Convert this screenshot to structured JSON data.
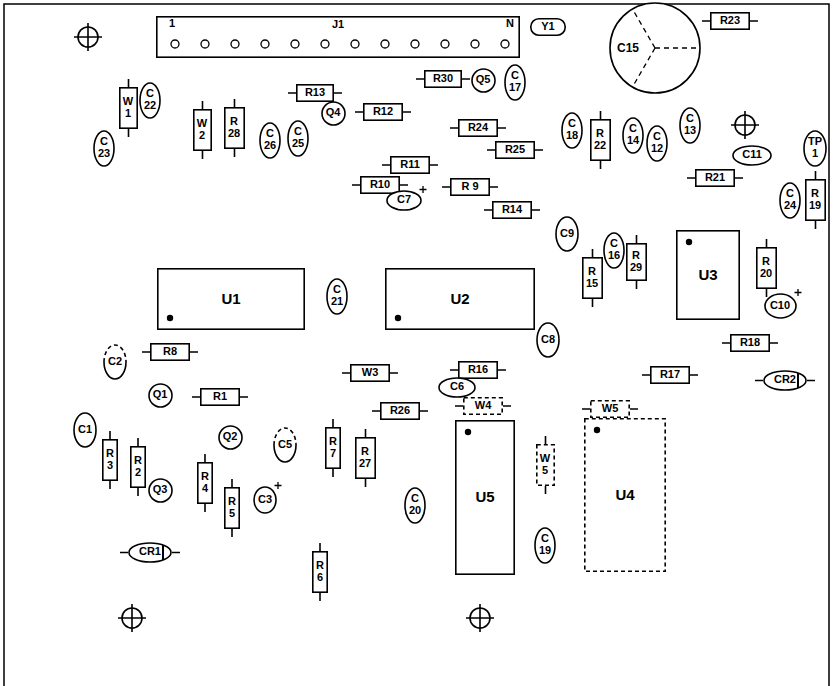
{
  "diagram": {
    "nodes": [
      {
        "text": [
          "J1"
        ]
      },
      {
        "text": [
          "Y1"
        ]
      },
      {
        "text": [
          "C15"
        ]
      },
      {
        "text": [
          "R23"
        ]
      },
      {
        "text": [
          "R13"
        ]
      },
      {
        "text": [
          "R30"
        ]
      },
      {
        "text": [
          "Q5"
        ]
      },
      {
        "text": [
          "C 17"
        ]
      },
      {
        "text": [
          "W 1"
        ]
      },
      {
        "text": [
          "C 22"
        ]
      },
      {
        "text": [
          "Q4"
        ]
      },
      {
        "text": [
          "R12"
        ]
      },
      {
        "text": [
          "C 23"
        ]
      },
      {
        "text": [
          "W 2"
        ]
      },
      {
        "text": [
          "R 28"
        ]
      },
      {
        "text": [
          "C 26"
        ]
      },
      {
        "text": [
          "C 25"
        ]
      },
      {
        "text": [
          "R24"
        ]
      },
      {
        "text": [
          "R25"
        ]
      },
      {
        "text": [
          "C 18"
        ]
      },
      {
        "text": [
          "R 22"
        ]
      },
      {
        "text": [
          "C 14"
        ]
      },
      {
        "text": [
          "C 12"
        ]
      },
      {
        "text": [
          "C 13"
        ]
      },
      {
        "text": [
          "C11"
        ]
      },
      {
        "text": [
          "TP 1"
        ]
      },
      {
        "text": [
          "R11"
        ]
      },
      {
        "text": [
          "R21"
        ]
      },
      {
        "text": [
          "R10"
        ]
      },
      {
        "text": [
          "C7"
        ]
      },
      {
        "text": [
          "R 9"
        ]
      },
      {
        "text": [
          "C 24"
        ]
      },
      {
        "text": [
          "R 19"
        ]
      },
      {
        "text": [
          "R14"
        ]
      },
      {
        "text": [
          "C9"
        ]
      },
      {
        "text": [
          "C 16"
        ]
      },
      {
        "text": [
          "R 15"
        ]
      },
      {
        "text": [
          "R 29"
        ]
      },
      {
        "text": [
          "U3"
        ]
      },
      {
        "text": [
          "R 20"
        ]
      },
      {
        "text": [
          "C10"
        ]
      },
      {
        "text": [
          "U1"
        ]
      },
      {
        "text": [
          "C 21"
        ]
      },
      {
        "text": [
          "U2"
        ]
      },
      {
        "text": [
          "C8"
        ]
      },
      {
        "text": [
          "R18"
        ]
      },
      {
        "text": [
          "C2"
        ]
      },
      {
        "text": [
          "R8"
        ]
      },
      {
        "text": [
          "W3"
        ]
      },
      {
        "text": [
          "R16"
        ]
      },
      {
        "text": [
          "C6"
        ]
      },
      {
        "text": [
          "R17"
        ]
      },
      {
        "text": [
          "CR2"
        ]
      },
      {
        "text": [
          "Q1"
        ]
      },
      {
        "text": [
          "R1"
        ]
      },
      {
        "text": [
          "W4"
        ]
      },
      {
        "text": [
          "W5"
        ]
      },
      {
        "text": [
          "R26"
        ]
      },
      {
        "text": [
          "C1"
        ]
      },
      {
        "text": [
          "Q2"
        ]
      },
      {
        "text": [
          "C5"
        ]
      },
      {
        "text": [
          "R 3"
        ]
      },
      {
        "text": [
          "R 2"
        ]
      },
      {
        "text": [
          "Q3"
        ]
      },
      {
        "text": [
          "R 7"
        ]
      },
      {
        "text": [
          "R 27"
        ]
      },
      {
        "text": [
          "U5"
        ]
      },
      {
        "text": [
          "W 5"
        ]
      },
      {
        "text": [
          "U4"
        ]
      },
      {
        "text": [
          "R 4"
        ]
      },
      {
        "text": [
          "R 5"
        ]
      },
      {
        "text": [
          "C3"
        ]
      },
      {
        "text": [
          "C 20"
        ]
      },
      {
        "text": [
          "C 19"
        ]
      },
      {
        "text": [
          "CR1"
        ]
      },
      {
        "text": [
          "R 6"
        ]
      }
    ],
    "labels": [
      "1",
      "N"
    ]
  }
}
